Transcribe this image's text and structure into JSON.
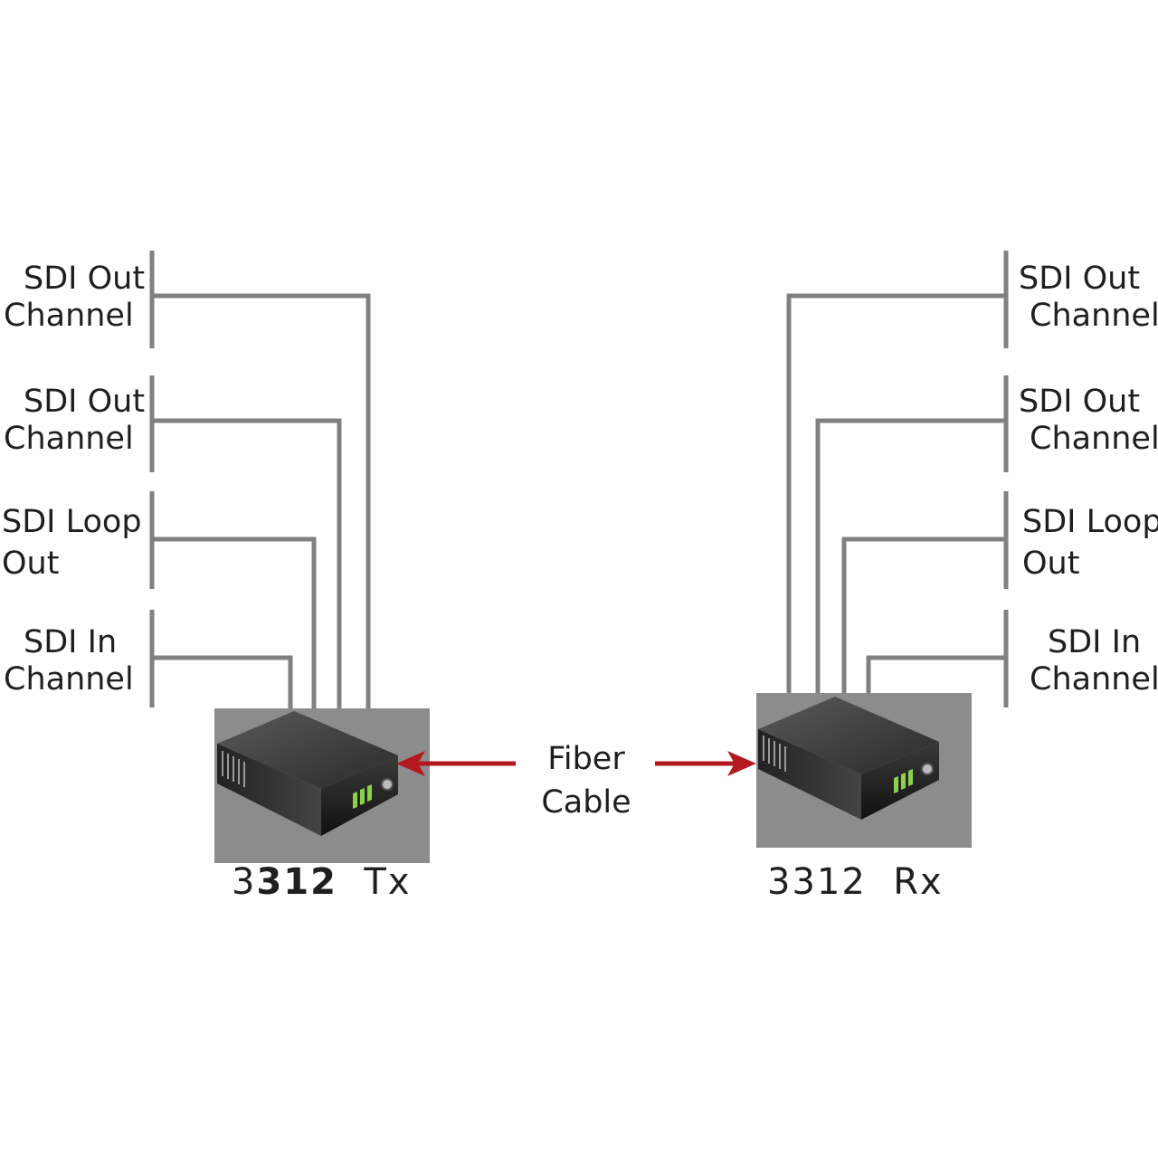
{
  "tx": {
    "name_prefix": "3",
    "name_bold": "312",
    "name_suffix": "Tx",
    "ports": [
      {
        "line1": "SDI Out",
        "line2": "Channel"
      },
      {
        "line1": "SDI Out",
        "line2": "Channel"
      },
      {
        "line1": "SDI Loop",
        "line2": "Out"
      },
      {
        "line1": "SDI In",
        "line2": "Channel"
      }
    ]
  },
  "rx": {
    "name": "3312",
    "name_suffix": "Rx",
    "ports": [
      {
        "line1": "SDI Out",
        "line2": "Channel"
      },
      {
        "line1": "SDI Out",
        "line2": "Channel"
      },
      {
        "line1": "SDI Loop",
        "line2": "Out"
      },
      {
        "line1": "SDI In",
        "line2": "Channel"
      }
    ]
  },
  "fiber": {
    "line1": "Fiber",
    "line2": "Cable"
  },
  "colors": {
    "wire": "#808080",
    "arrow": "#b3191e",
    "device_bg": "#8c8c8c",
    "led": "#8bd14a"
  }
}
